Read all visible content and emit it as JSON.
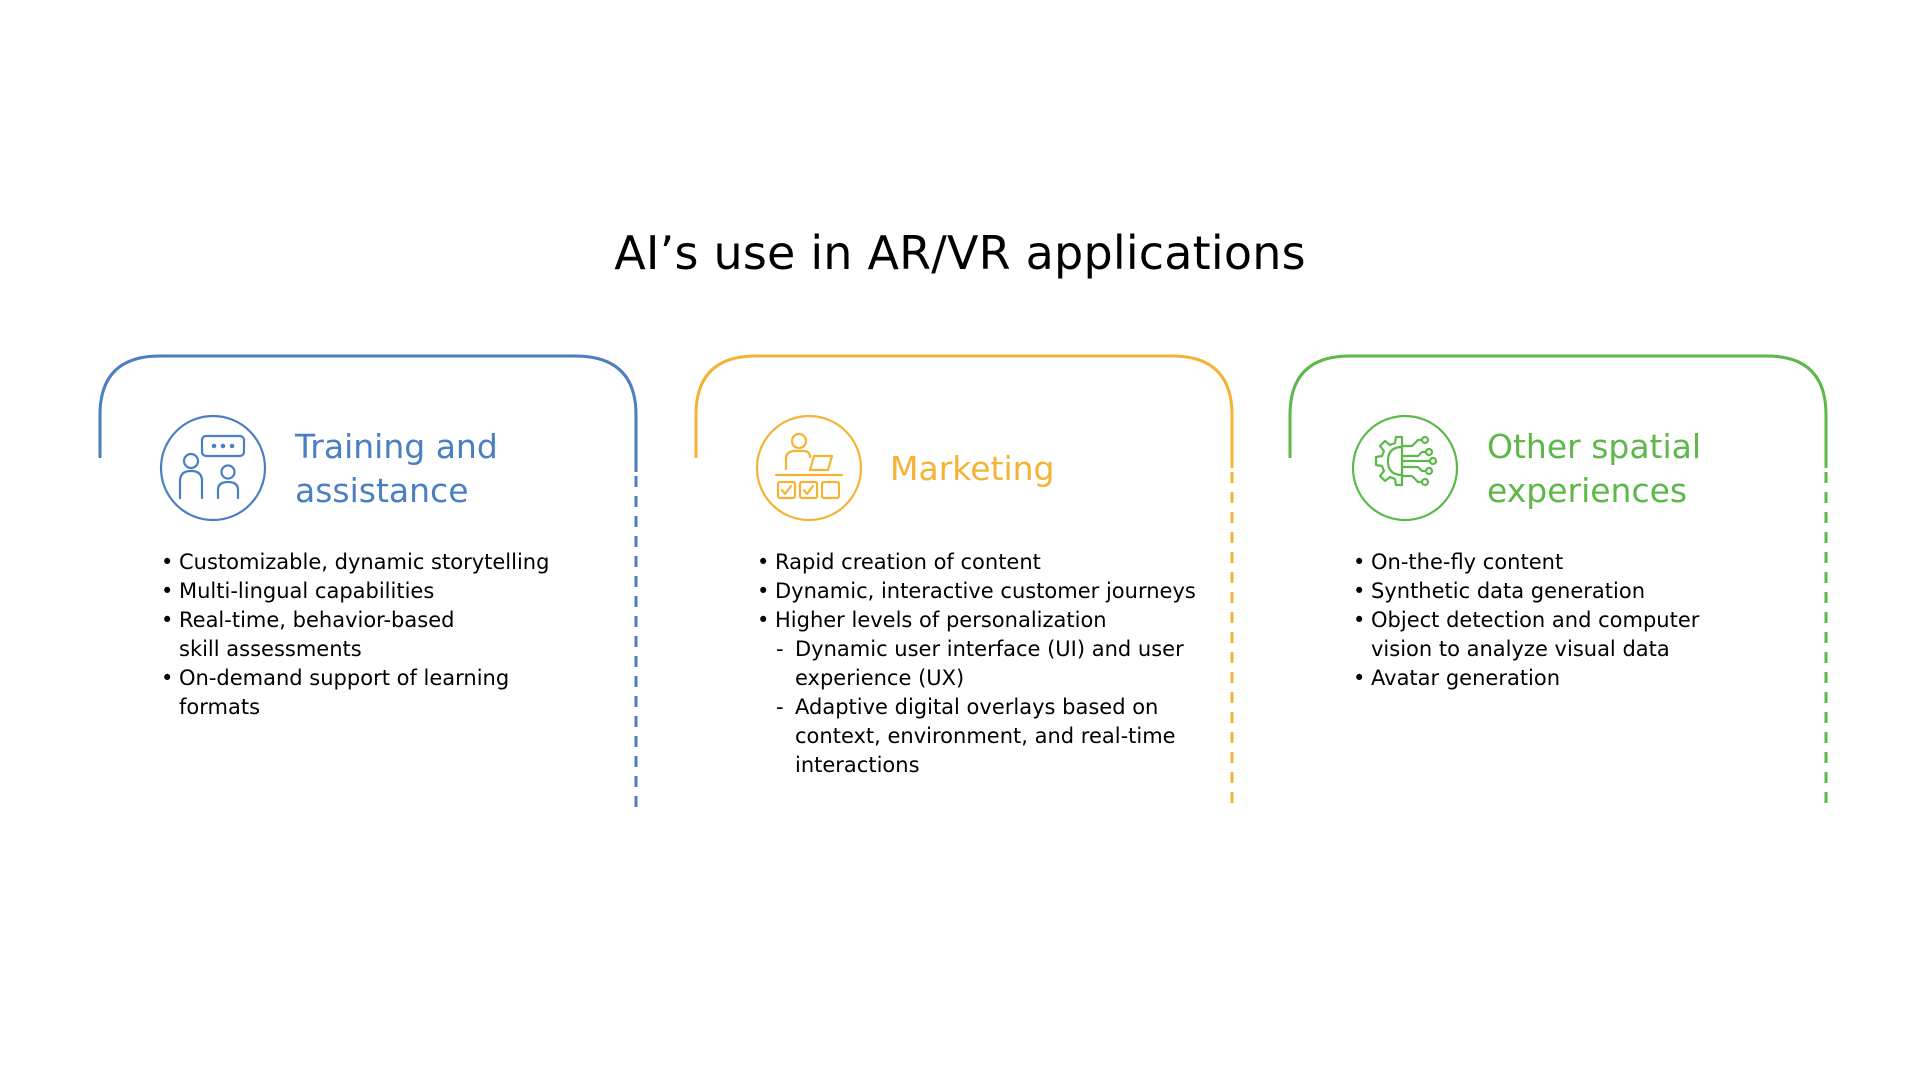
{
  "title": "AI’s use in AR/VR applications",
  "colors": {
    "training": "#4a7fc1",
    "marketing": "#f5b335",
    "other": "#5cb849",
    "text": "#000000"
  },
  "cards": [
    {
      "heading_line1": "Training and",
      "heading_line2": "assistance",
      "icon": "people-chat-icon",
      "bullets": [
        "Customizable, dynamic storytelling",
        "Multi-lingual capabilities",
        "Real-time, behavior-based",
        "skill assessments",
        "On-demand support of learning",
        "formats"
      ]
    },
    {
      "heading_line1": "Marketing",
      "icon": "presenter-laptop-icon",
      "bullets": [
        "Rapid creation of content",
        "Dynamic, interactive customer journeys",
        "Higher levels of personalization"
      ],
      "sub_bullets": [
        "Dynamic user interface (UI) and user",
        "experience (UX)",
        "Adaptive digital overlays based on",
        "context, environment, and real-time",
        "interactions"
      ]
    },
    {
      "heading_line1": "Other spatial",
      "heading_line2": "experiences",
      "icon": "gear-circuit-icon",
      "bullets": [
        "On-the-fly content",
        "Synthetic data generation",
        "Object detection and computer",
        "vision to analyze visual data",
        "Avatar generation"
      ]
    }
  ]
}
